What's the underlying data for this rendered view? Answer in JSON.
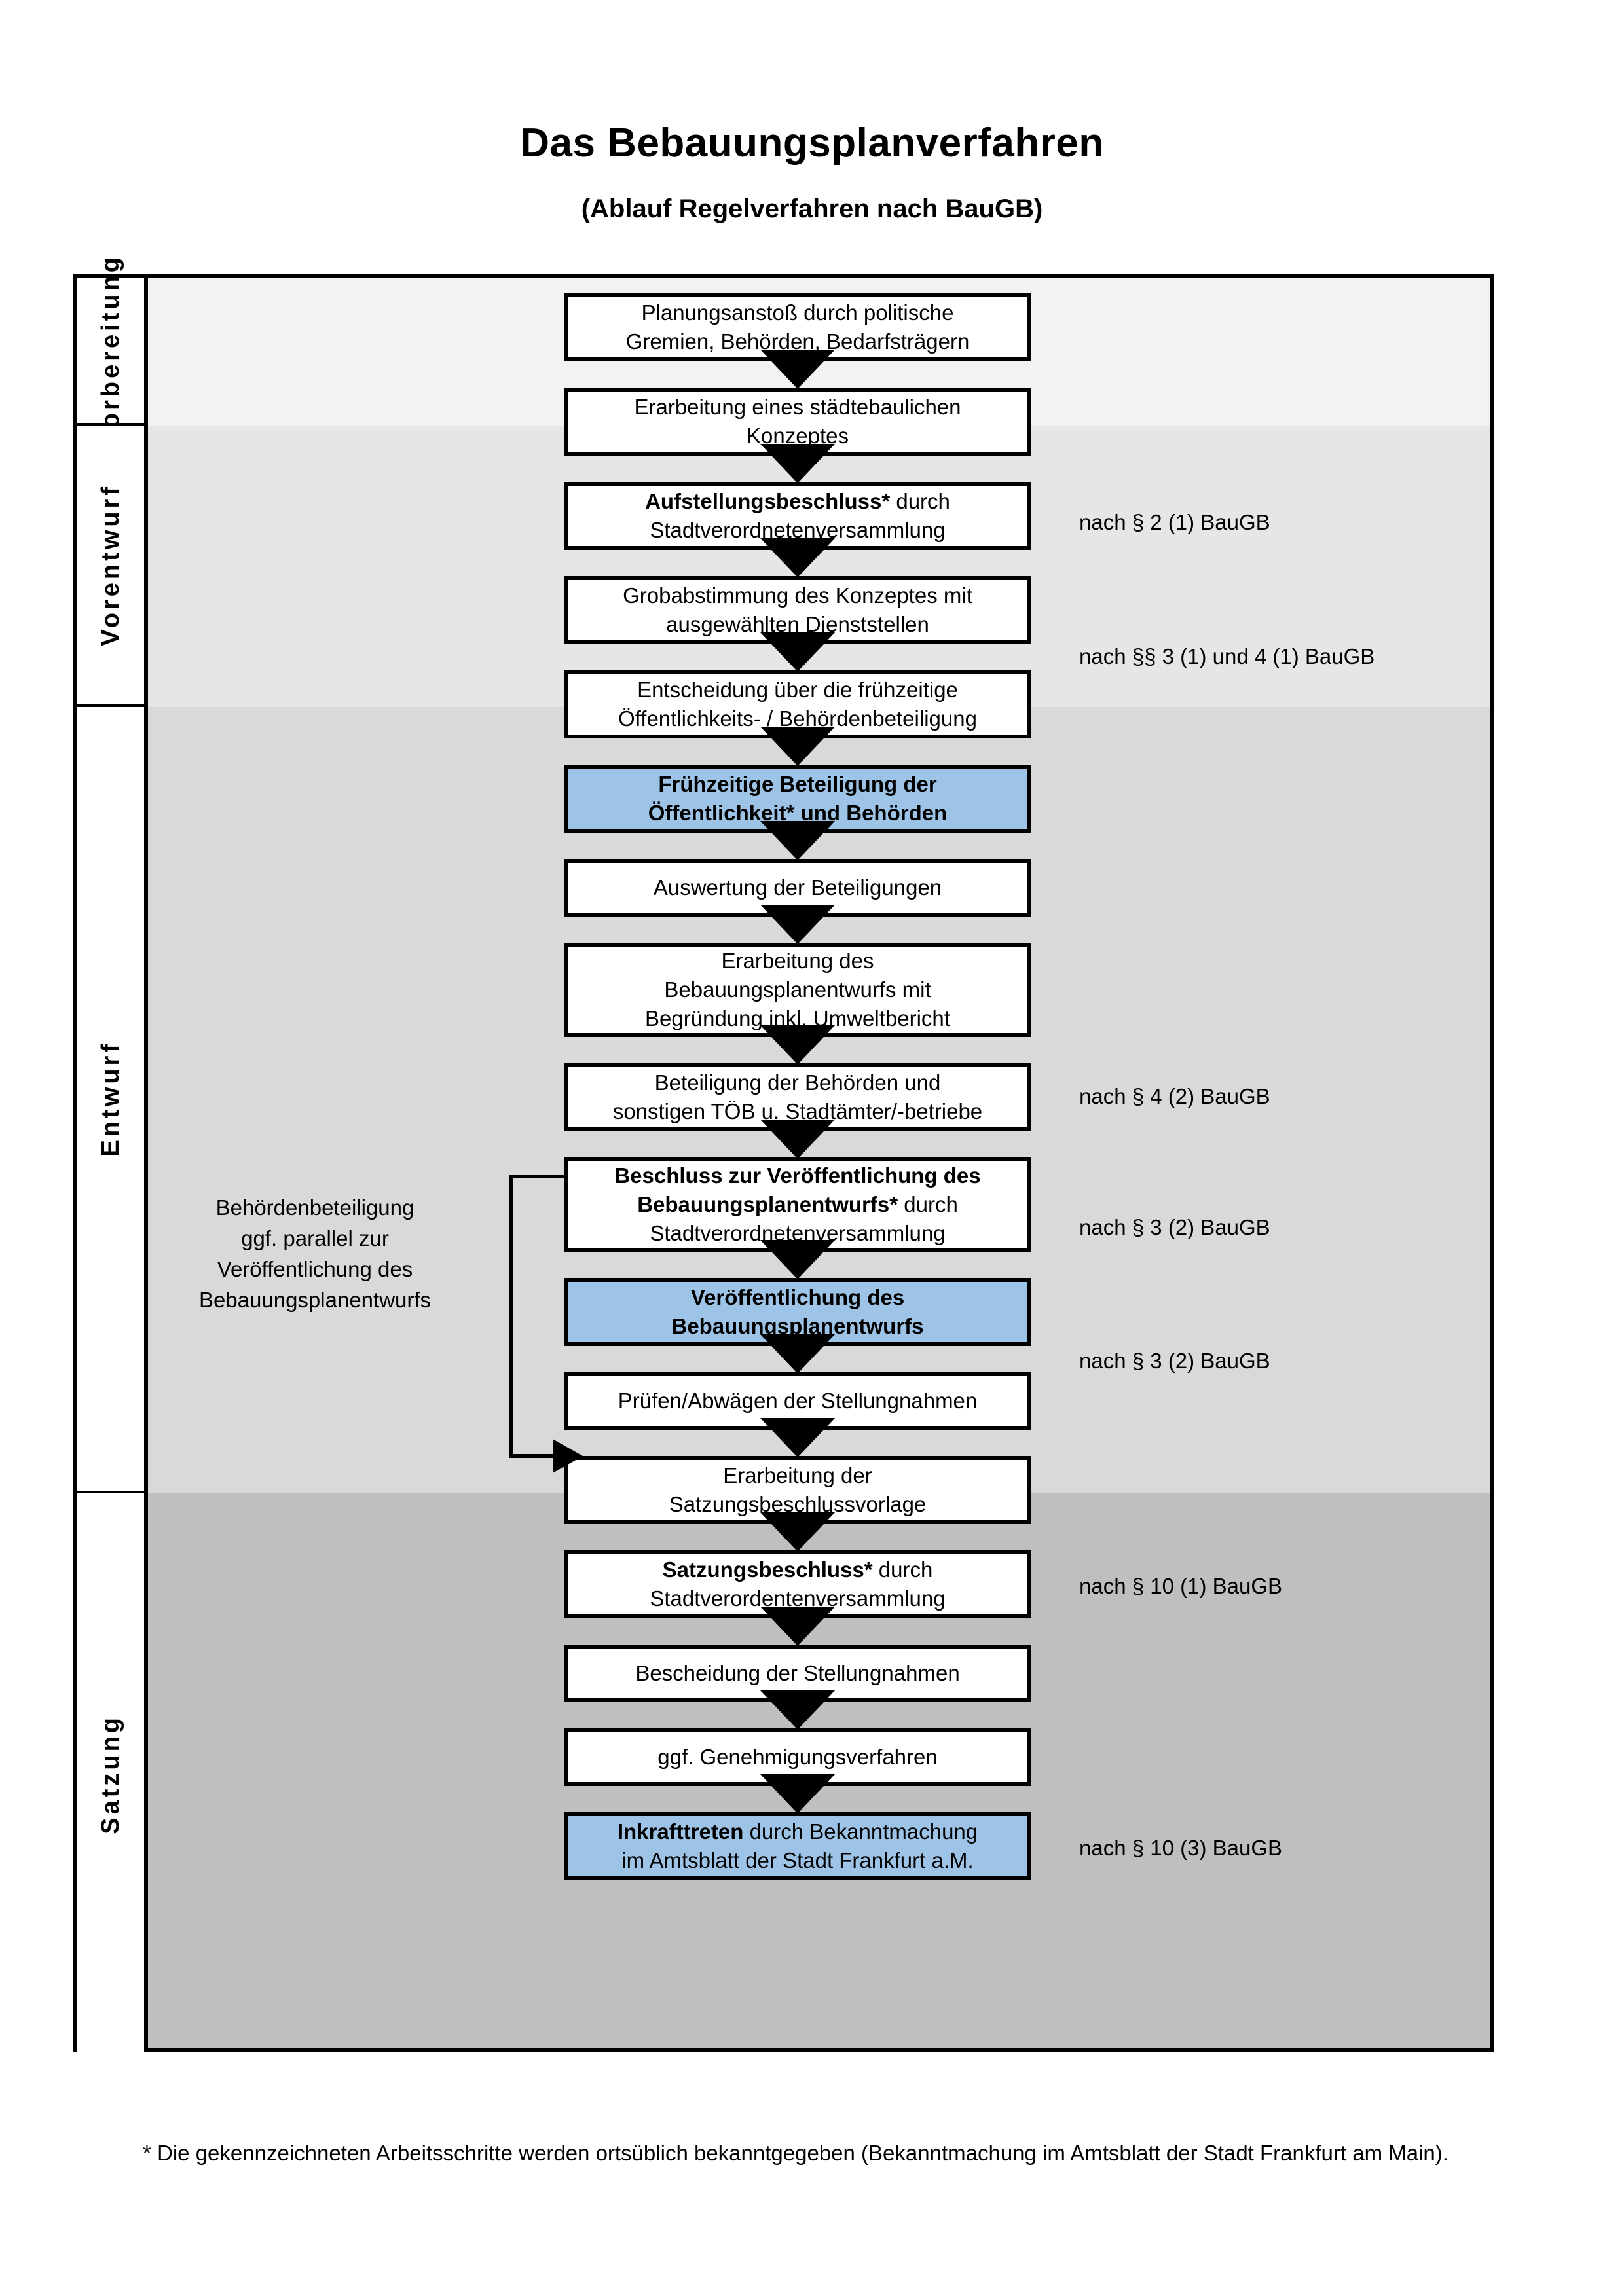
{
  "titles": {
    "main": "Das Bebauungsplanverfahren",
    "sub": "(Ablauf Regelverfahren nach BauGB)"
  },
  "colors": {
    "highlight_box": "#9DC3E6",
    "band_vorbereitung": "#F2F2F2",
    "band_vorentwurf": "#E6E6E6",
    "band_entwurf": "#D9D9D9",
    "band_satzung": "#BFBFBF",
    "line": "#000000"
  },
  "stages": [
    {
      "label": "Vorbereitung",
      "band_color": "#F2F2F2"
    },
    {
      "label": "Vorentwurf",
      "band_color": "#E6E6E6"
    },
    {
      "label": "Entwurf",
      "band_color": "#D9D9D9"
    },
    {
      "label": "Satzung",
      "band_color": "#BFBFBF"
    }
  ],
  "steps": [
    {
      "id": "planungsanstoss",
      "lines": [
        "Planungsanstoß durch politische",
        "Gremien, Behörden, Bedarfsträgern"
      ],
      "bold_prefix": "",
      "highlight": false
    },
    {
      "id": "staedtebau-konzept",
      "lines": [
        "Erarbeitung eines städtebaulichen",
        "Konzeptes"
      ],
      "bold_prefix": "",
      "highlight": false
    },
    {
      "id": "aufstellungsbeschluss",
      "lines": [
        "Stadtverordnetenversammlung"
      ],
      "bold_prefix": "Aufstellungsbeschluss*",
      "bold_suffix": " durch",
      "highlight": false
    },
    {
      "id": "grobabstimmung",
      "lines": [
        "Grobabstimmung des Konzeptes mit",
        "ausgewählten Dienststellen"
      ],
      "bold_prefix": "",
      "highlight": false
    },
    {
      "id": "entscheidung-fruehzeitig",
      "lines": [
        "Entscheidung über die frühzeitige",
        "Öffentlichkeits- / Behördenbeteiligung"
      ],
      "bold_prefix": "",
      "highlight": false
    },
    {
      "id": "fruehzeitige-beteiligung",
      "lines": [
        "Frühzeitige Beteiligung der",
        "Öffentlichkeit* und Behörden"
      ],
      "bold_prefix": "",
      "highlight": true,
      "all_bold": true
    },
    {
      "id": "auswertung",
      "lines": [
        "Auswertung der Beteiligungen"
      ],
      "bold_prefix": "",
      "highlight": false
    },
    {
      "id": "erarbeitung-entwurf",
      "lines": [
        "Erarbeitung des",
        "Bebauungsplanentwurfs mit",
        "Begründung inkl. Umweltbericht"
      ],
      "bold_prefix": "",
      "highlight": false
    },
    {
      "id": "beteiligung-behoerden",
      "lines": [
        "Beteiligung der Behörden und",
        "sonstigen TÖB u. Stadtämter/-betriebe"
      ],
      "bold_prefix": "",
      "highlight": false
    },
    {
      "id": "beschluss-veroeffentlichung",
      "lines": [
        "Stadtverordnetenversammlung"
      ],
      "bold_prefix": "Beschluss zur Veröffentlichung des Bebauungsplanentwurfs*",
      "bold_suffix": " durch",
      "highlight": false
    },
    {
      "id": "veroeffentlichung",
      "lines": [
        "Veröffentlichung des",
        "Bebauungsplanentwurfs"
      ],
      "bold_prefix": "",
      "highlight": true,
      "all_bold": true
    },
    {
      "id": "pruefen-abwaegen",
      "lines": [
        "Prüfen/Abwägen der Stellungnahmen"
      ],
      "bold_prefix": "",
      "highlight": false
    },
    {
      "id": "satzungsvorlage",
      "lines": [
        "Erarbeitung der",
        "Satzungsbeschlussvorlage"
      ],
      "bold_prefix": "",
      "highlight": false
    },
    {
      "id": "satzungsbeschluss",
      "lines": [
        "Stadtverordentenversammlung"
      ],
      "bold_prefix": "Satzungsbeschluss*",
      "bold_suffix": " durch",
      "highlight": false
    },
    {
      "id": "bescheidung",
      "lines": [
        "Bescheidung der Stellungnahmen"
      ],
      "bold_prefix": "",
      "highlight": false
    },
    {
      "id": "genehmigungsverfahren",
      "lines": [
        "ggf. Genehmigungsverfahren"
      ],
      "bold_prefix": "",
      "highlight": false
    },
    {
      "id": "inkrafttreten",
      "lines": [
        "im Amtsblatt der Stadt Frankfurt a.M."
      ],
      "bold_prefix": "Inkrafttreten",
      "bold_suffix": " durch Bekanntmachung",
      "highlight": true
    }
  ],
  "side_note": {
    "lines": [
      "Behördenbeteiligung",
      "ggf. parallel zur",
      "Veröffentlichung des",
      "Bebauungsplanentwurfs"
    ]
  },
  "legal_refs": [
    {
      "id": "ref-2-1",
      "text": "nach § 2 (1) BauGB"
    },
    {
      "id": "ref-3-1-4-1",
      "text": "nach §§ 3 (1) und 4 (1) BauGB"
    },
    {
      "id": "ref-4-2",
      "text": "nach § 4 (2) BauGB"
    },
    {
      "id": "ref-3-2-a",
      "text": "nach § 3 (2) BauGB"
    },
    {
      "id": "ref-3-2-b",
      "text": "nach § 3 (2) BauGB"
    },
    {
      "id": "ref-10-1",
      "text": "nach § 10 (1) BauGB"
    },
    {
      "id": "ref-10-3",
      "text": "nach § 10 (3) BauGB"
    }
  ],
  "footnote": {
    "text": "* Die gekennzeichneten Arbeitsschritte werden ortsüblich bekanntgegeben (Bekanntmachung im Amtsblatt  der Stadt Frankfurt am Main)."
  }
}
